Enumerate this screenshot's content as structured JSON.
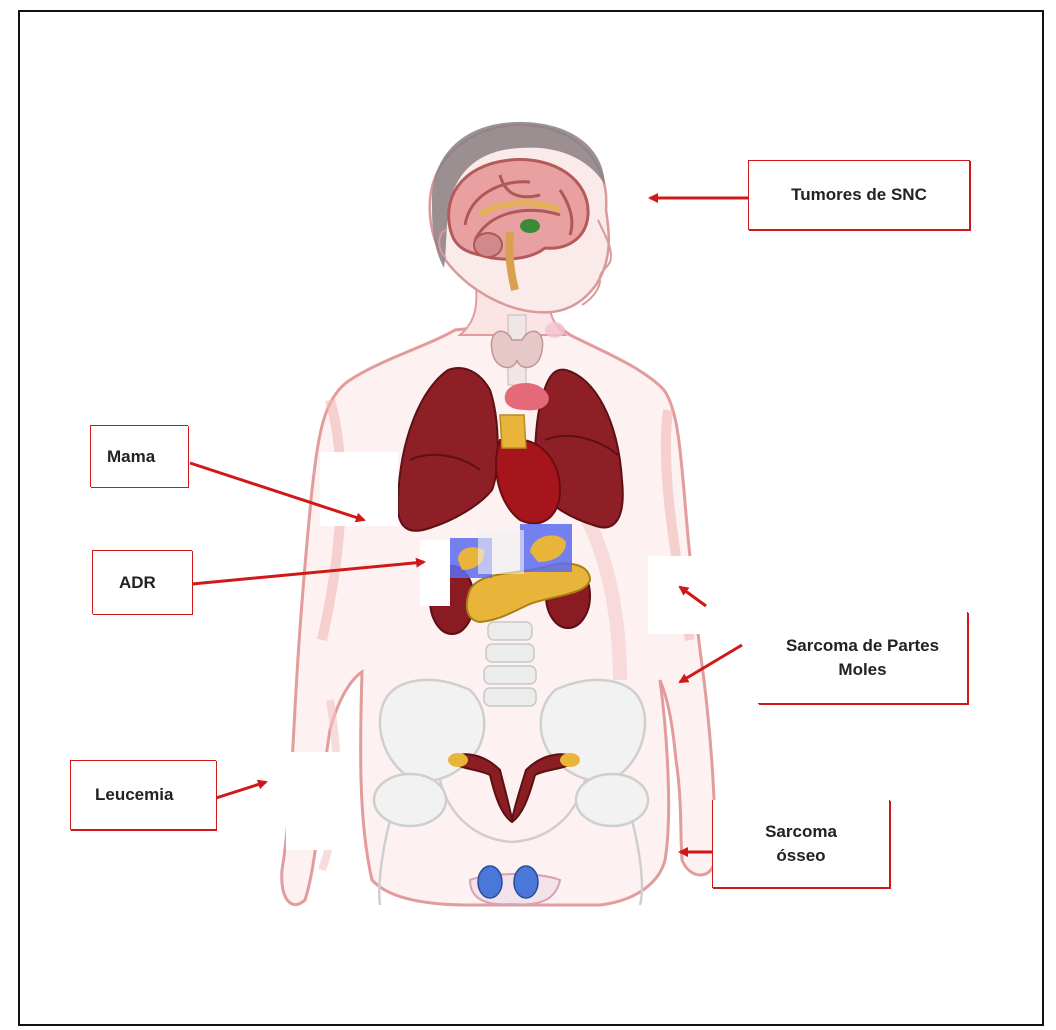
{
  "labels": {
    "snc": "Tumores de SNC",
    "mama": "Mama",
    "adr": "ADR",
    "sarcoma_partes_line1": "Sarcoma de Partes",
    "sarcoma_partes_line2": "Moles",
    "leucemia": "Leucemia",
    "sarcoma_osseo_line1": "Sarcoma",
    "sarcoma_osseo_line2": "ósseo"
  },
  "colors": {
    "arrow": "#d01818",
    "label_border": "#d01818",
    "label_text": "#222222",
    "frame": "#111111",
    "body_outline": "#e8a3a3",
    "body_fill": "#fbeaea",
    "lung": "#8e1f26",
    "heart": "#a6141c",
    "gland_yellow": "#e8b43a",
    "kidney": "#8b1b22",
    "uterus": "#8a1e22",
    "bone": "#e4e4e4",
    "brain": "#c57a7a",
    "highlight_blue": "#5c6cf0"
  }
}
